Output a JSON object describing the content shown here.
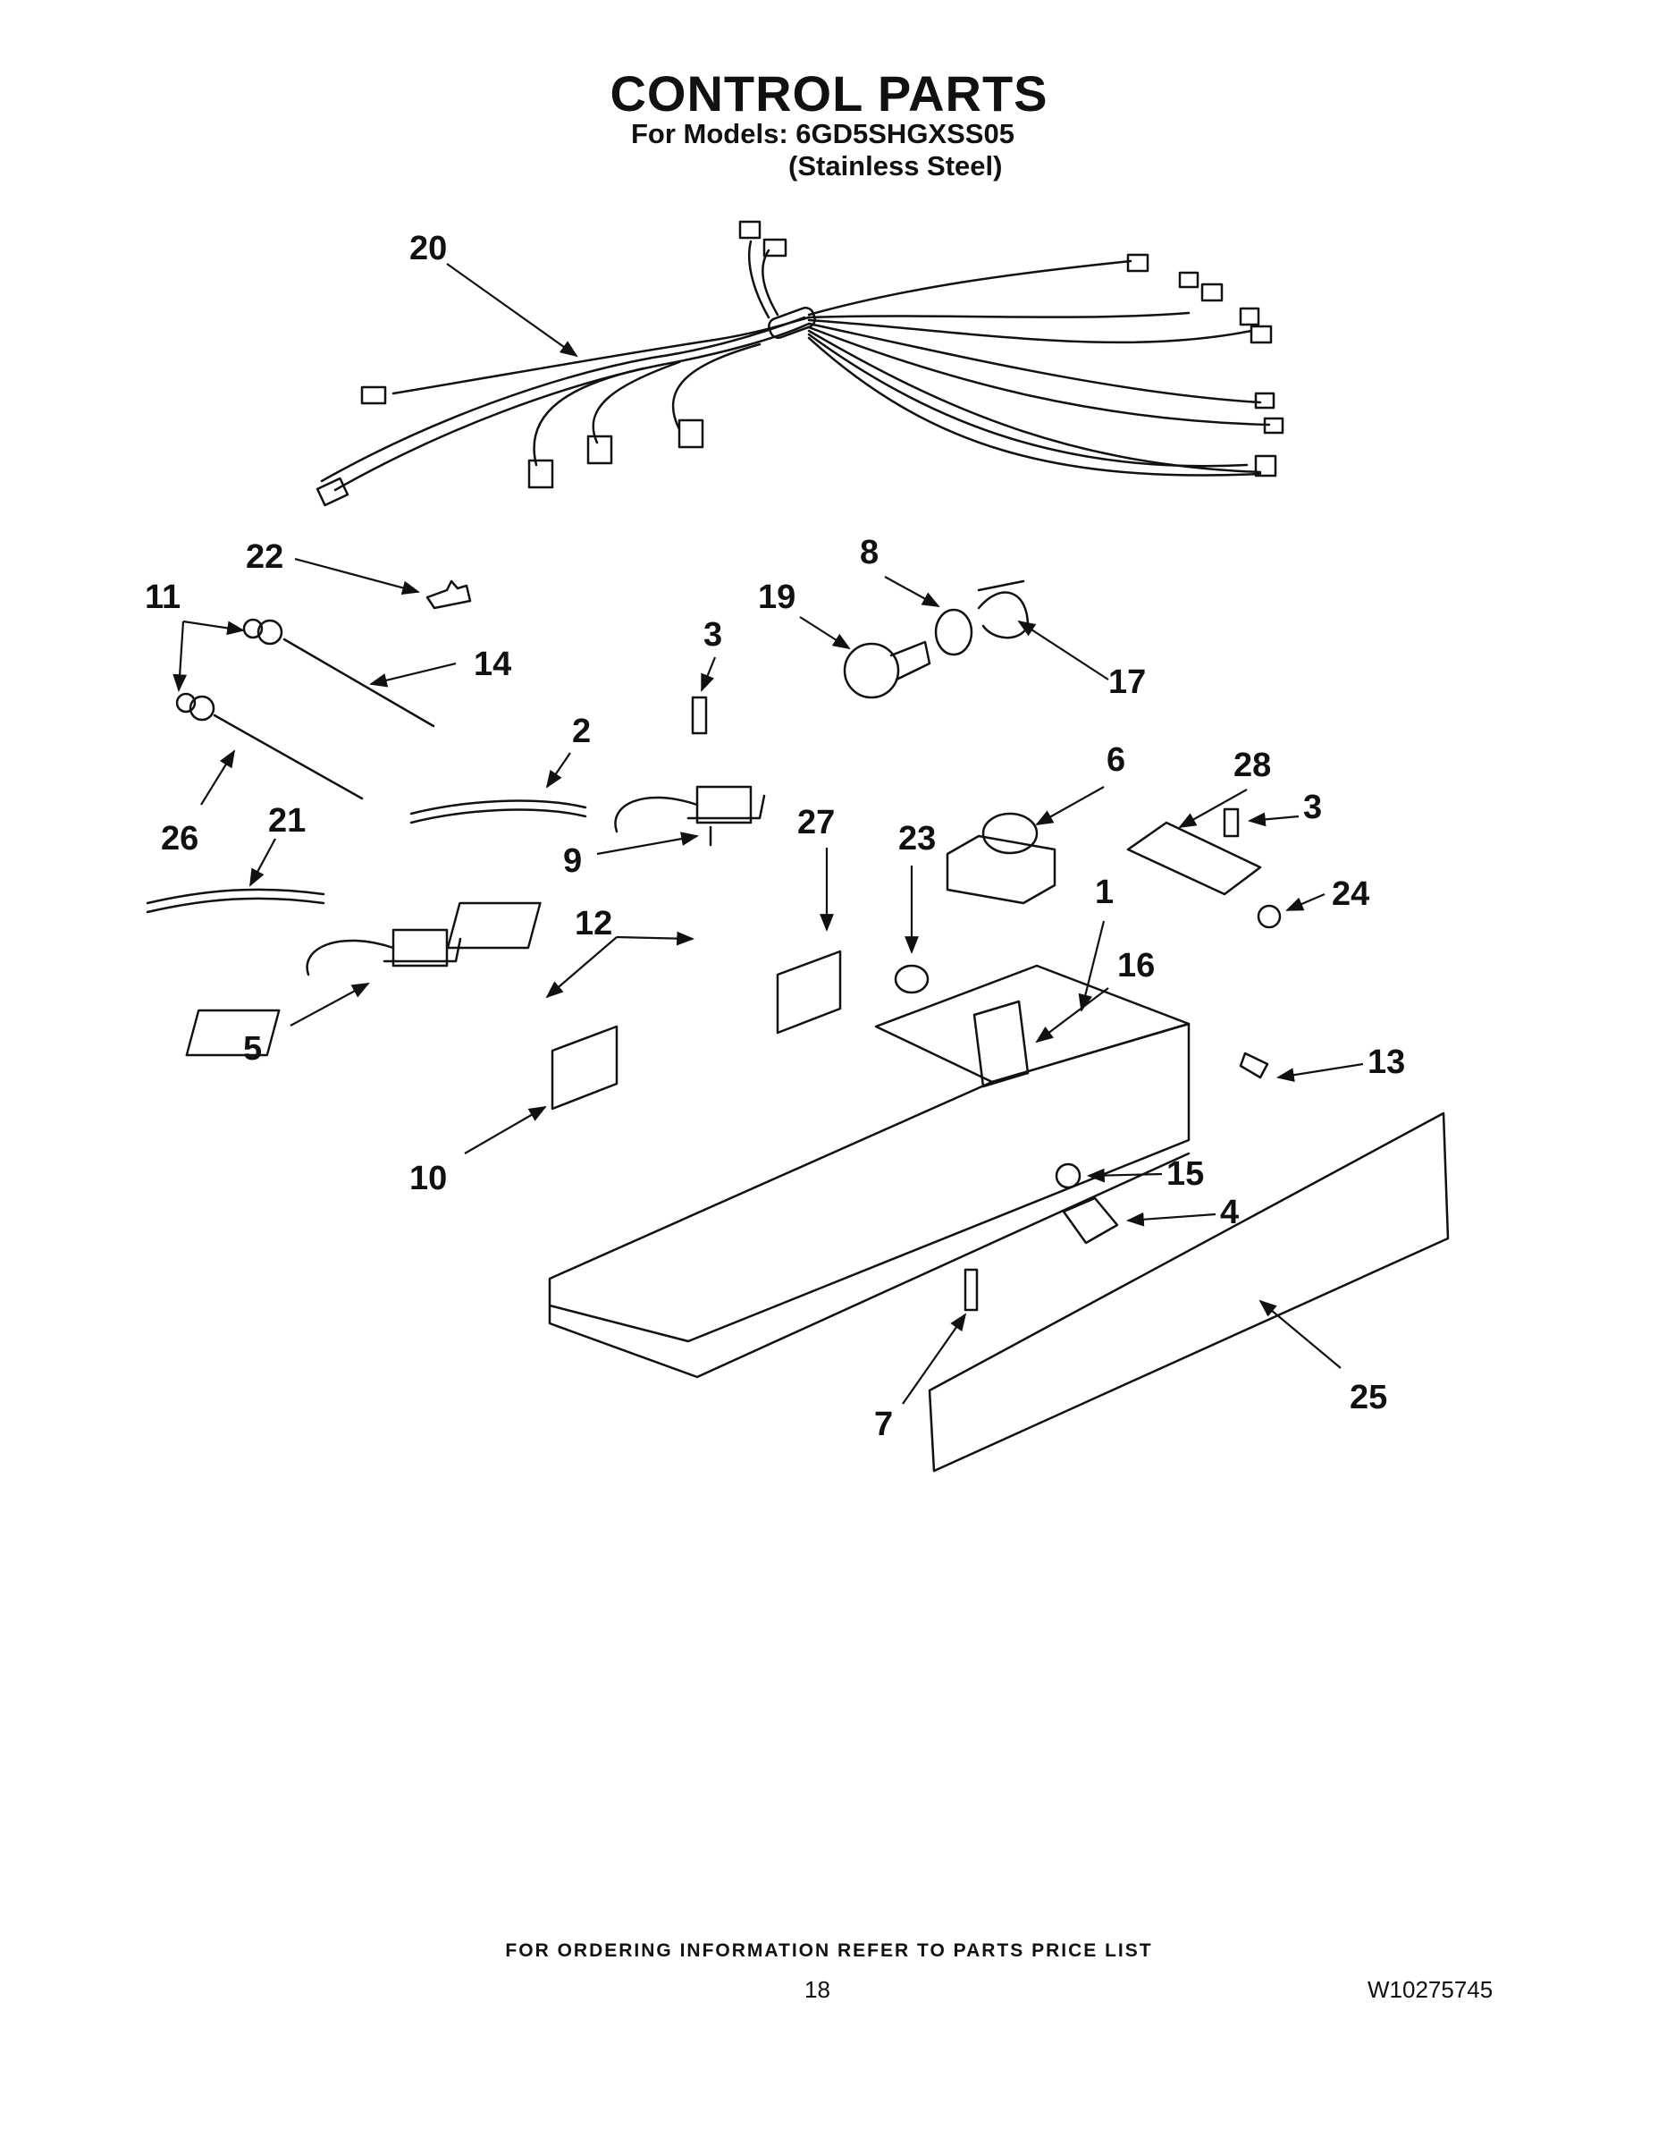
{
  "header": {
    "title": "CONTROL PARTS",
    "models": "For Models: 6GD5SHGXSS05",
    "finish": "(Stainless Steel)"
  },
  "callouts": {
    "c1": "1",
    "c2": "2",
    "c3a": "3",
    "c3b": "3",
    "c4": "4",
    "c5": "5",
    "c6": "6",
    "c7": "7",
    "c8": "8",
    "c9": "9",
    "c10": "10",
    "c11": "11",
    "c12": "12",
    "c13": "13",
    "c14": "14",
    "c15": "15",
    "c16": "16",
    "c17": "17",
    "c19": "19",
    "c20": "20",
    "c21": "21",
    "c22": "22",
    "c23": "23",
    "c24": "24",
    "c25": "25",
    "c26": "26",
    "c27": "27",
    "c28": "28"
  },
  "footer": {
    "note": "FOR ORDERING INFORMATION REFER TO PARTS PRICE LIST",
    "page": "18",
    "doc_number": "W10275745"
  }
}
